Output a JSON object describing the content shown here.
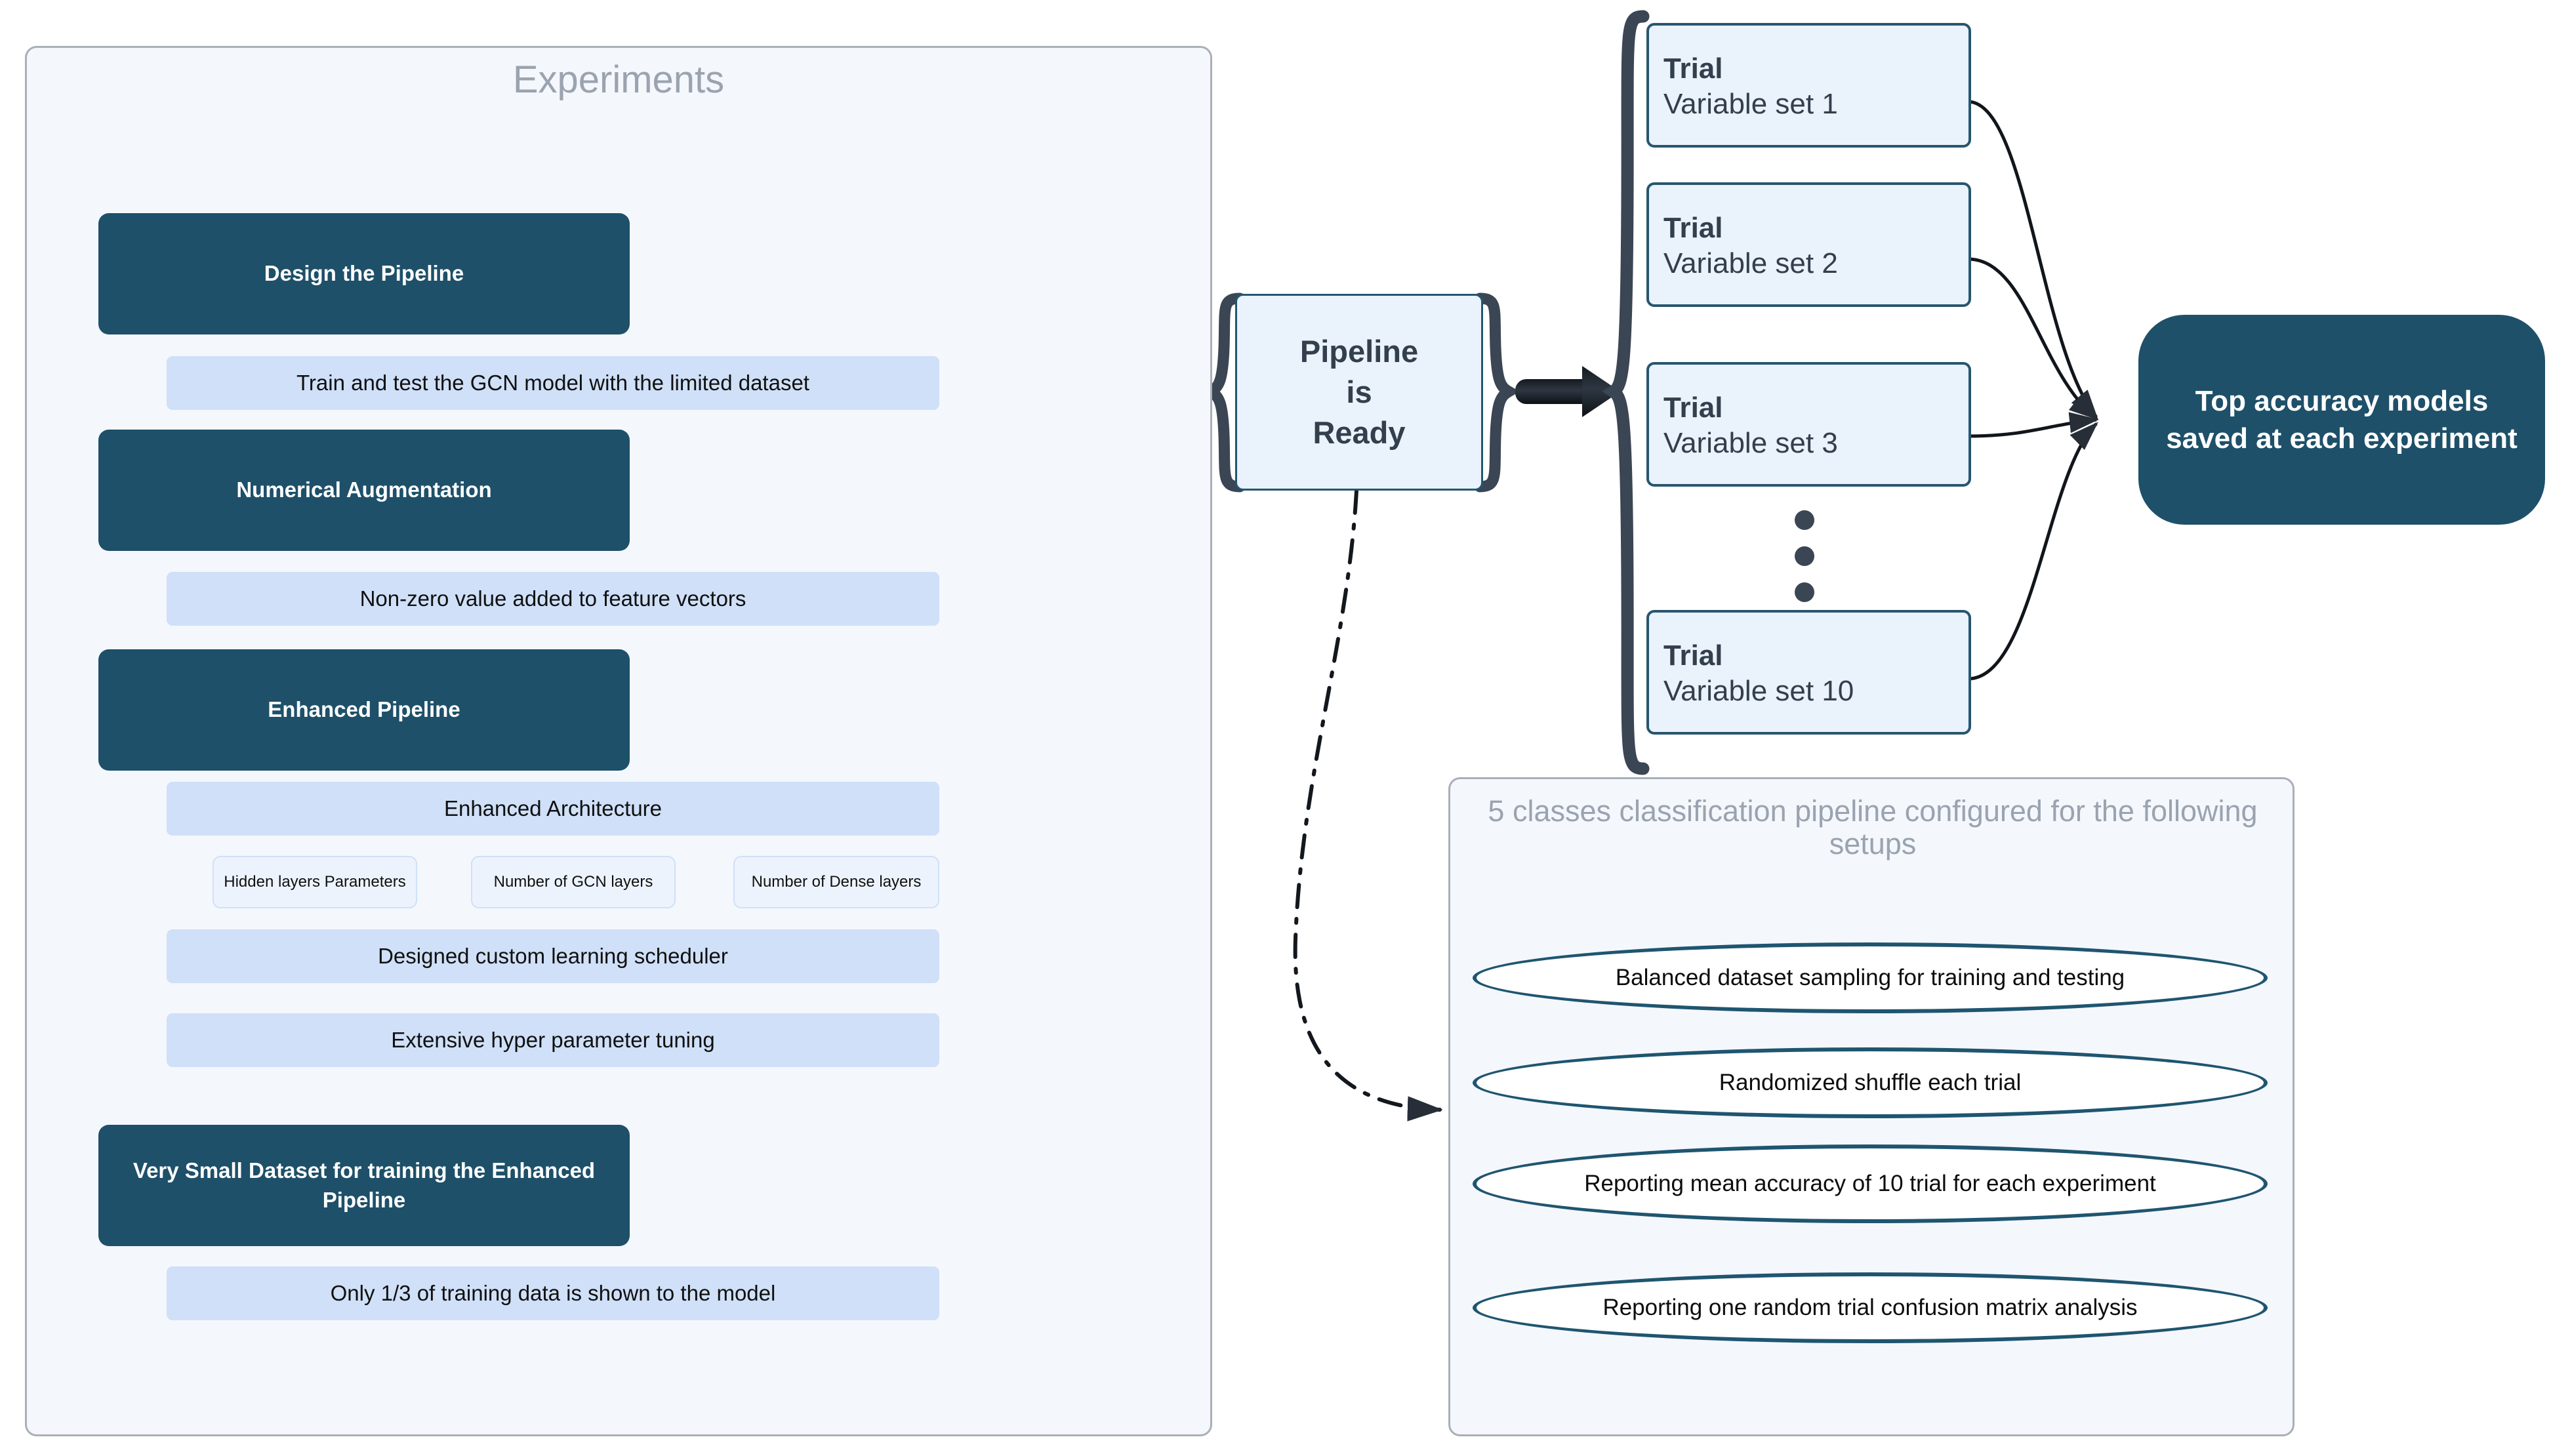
{
  "experiments_panel": {
    "title": "Experiments",
    "groups": [
      {
        "header": "Design the Pipeline",
        "details": [
          "Train and test the GCN model with the limited dataset"
        ]
      },
      {
        "header": "Numerical Augmentation",
        "details": [
          "Non-zero value added to feature vectors"
        ]
      },
      {
        "header": "Enhanced Pipeline",
        "details": [
          "Enhanced Architecture",
          "Designed custom learning scheduler",
          "Extensive hyper parameter tuning"
        ],
        "sub_details": [
          "Hidden layers Parameters",
          "Number of GCN layers",
          "Number of Dense layers"
        ]
      },
      {
        "header": "Very Small Dataset for training the Enhanced Pipeline",
        "details": [
          "Only 1/3 of training data is shown to the model"
        ]
      }
    ]
  },
  "pipeline_ready": {
    "line1": "Pipeline",
    "line2": "is",
    "line3": "Ready"
  },
  "trials": {
    "label": "Trial",
    "items": [
      {
        "title": "Trial",
        "subtitle": "Variable set 1"
      },
      {
        "title": "Trial",
        "subtitle": "Variable set 2"
      },
      {
        "title": "Trial",
        "subtitle": "Variable set 3"
      },
      {
        "title": "Trial",
        "subtitle": "Variable set 10"
      }
    ],
    "ellipsis": "vertical-ellipsis"
  },
  "result": {
    "text": "Top accuracy models saved at each experiment"
  },
  "setup_panel": {
    "title": "5 classes classification pipeline configured for the following setups",
    "items": [
      "Balanced dataset sampling for training and testing",
      "Randomized shuffle each trial",
      "Reporting mean accuracy of 10 trial for each experiment",
      "Reporting one random trial confusion matrix analysis"
    ]
  },
  "colors": {
    "dark_teal": "#1e5069",
    "light_blue": "#cfe0f8",
    "panel_bg": "#f4f7fc",
    "panel_border": "#a9afb9",
    "node_border": "#28566e",
    "node_bg": "#eaf2fb",
    "title_gray": "#9aa3af",
    "arrow": "#1b1f24",
    "brace": "#3b4654"
  }
}
